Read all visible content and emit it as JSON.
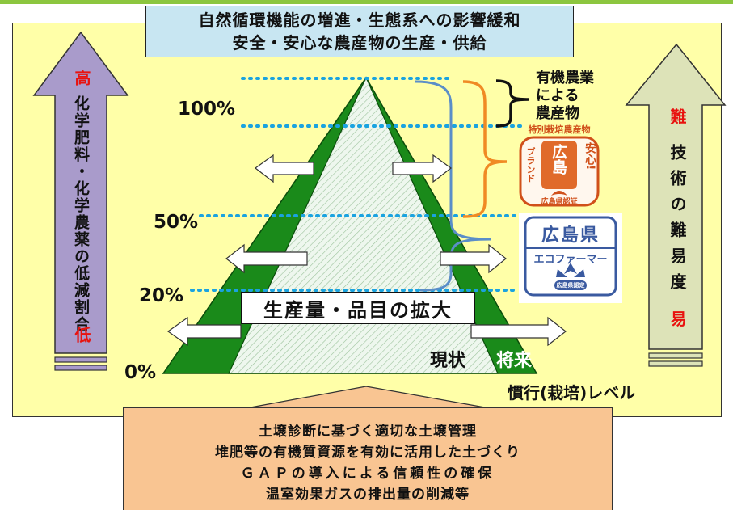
{
  "goal": {
    "line1": "自然循環機能の増進・生態系への影響緩和",
    "line2": "安全・安心な農産物の生産・供給"
  },
  "left_arrow": {
    "top_label": "高",
    "text": "化学肥料・化学農薬の低減割合",
    "bottom_label": "低"
  },
  "right_arrow": {
    "top_label": "難",
    "text": "技術の難易度",
    "bottom_label": "易"
  },
  "levels": {
    "p100": "100%",
    "p50": "50%",
    "p20": "20%",
    "p0": "0%"
  },
  "organic": {
    "line1": "有機農業",
    "line2": "による",
    "line3": "農産物"
  },
  "badge_safe": {
    "header": "特別栽培農産物",
    "left_text": "ブランド",
    "center_text": "広島",
    "right_text": "安心!",
    "footer": "広島県認証"
  },
  "badge_eco": {
    "line1": "広島県",
    "line2": "エコファーマー",
    "footer": "広島県認定"
  },
  "banner": "生産量・品目の拡大",
  "labels": {
    "now": "現状",
    "future": "将来",
    "conventional": "慣行(栽培)レベル"
  },
  "actions": [
    "土壌診断に基づく適切な土壌管理",
    "堆肥等の有機質資源を有効に活用した土づくり",
    "ＧＡＰの導入による信頼性の確保",
    "温室効果ガスの排出量の削減等"
  ],
  "colors": {
    "green": "#1a8a1a",
    "purple": "#a99bcb",
    "sage": "#dde3b8",
    "orange": "#f08a24",
    "blue_bracket": "#5b8ec8"
  }
}
